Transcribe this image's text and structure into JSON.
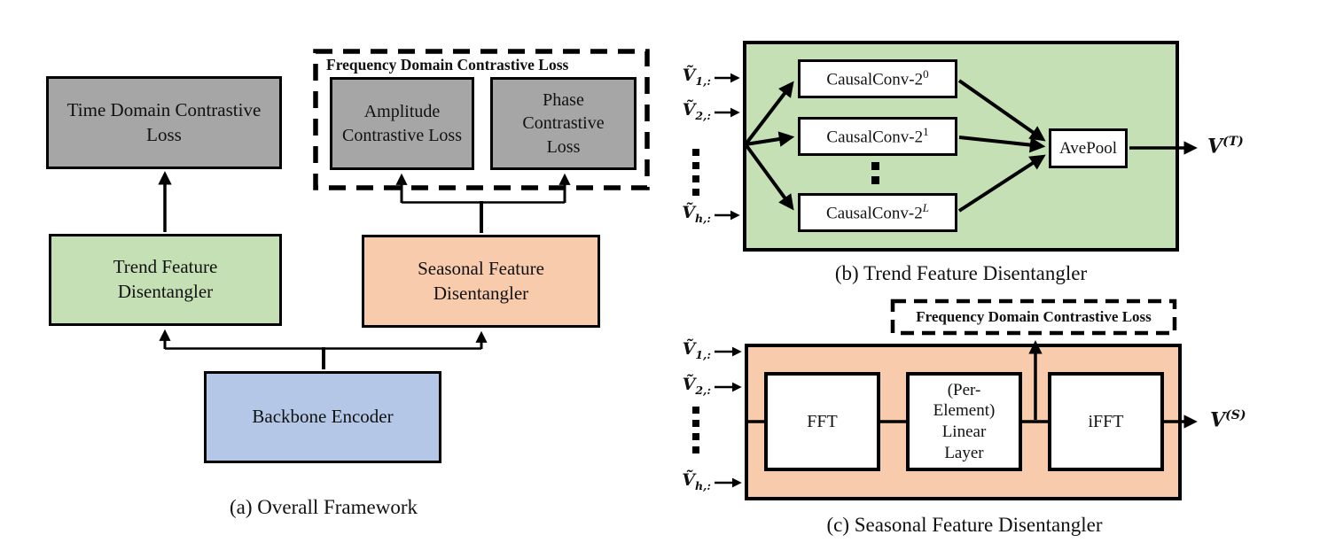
{
  "panel_a": {
    "caption": "(a) Overall Framework",
    "time_loss_label": "Time Domain Contrastive Loss",
    "freq_loss_title": "Frequency Domain Contrastive Loss",
    "amplitude_loss_label": "Amplitude Contrastive Loss",
    "phase_loss_label": "Phase Contrastive Loss",
    "trend_label": "Trend Feature Disentangler",
    "seasonal_label": "Seasonal Feature Disentangler",
    "backbone_label": "Backbone Encoder"
  },
  "panel_b": {
    "caption": "(b) Trend Feature Disentangler",
    "conv": [
      {
        "base": "CausalConv-2",
        "exp": "0"
      },
      {
        "base": "CausalConv-2",
        "exp": "1"
      },
      {
        "base": "CausalConv-2",
        "exp": "L"
      }
    ],
    "avepool_label": "AvePool",
    "output": {
      "base": "V",
      "sup": "(T)"
    }
  },
  "panel_c": {
    "caption": "(c) Seasonal Feature Disentangler",
    "freq_loss_title": "Frequency Domain Contrastive Loss",
    "fft_label": "FFT",
    "linear_lines": [
      "(Per-",
      "Element)",
      "Linear",
      "Layer"
    ],
    "ifft_label": "iFFT",
    "output": {
      "base": "V",
      "sup": "(S)"
    }
  },
  "inputs": [
    {
      "base": "Ṽ",
      "sub": "1,:"
    },
    {
      "base": "Ṽ",
      "sub": "2,:"
    },
    {
      "base": "Ṽ",
      "sub": "h,:"
    }
  ],
  "colors": {
    "panel_green": "#C5E0B4",
    "panel_orange": "#F8CBAD",
    "encoder_blue": "#B4C7E7",
    "loss_gray": "#A6A6A6",
    "line_black": "#000000"
  }
}
